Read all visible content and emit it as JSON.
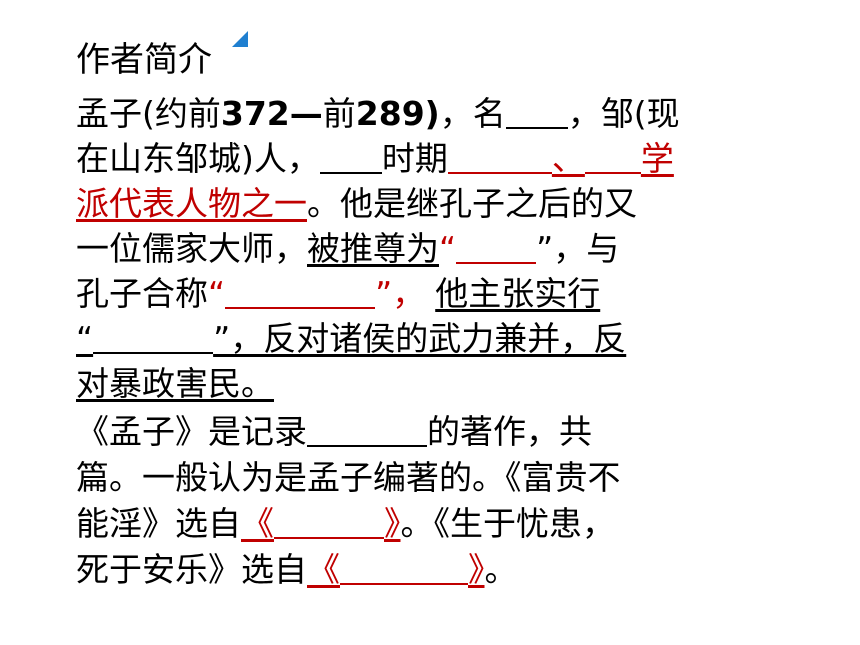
{
  "title": "作者简介",
  "lines": {
    "l1": {
      "a": "孟子(约前",
      "b": "372—",
      "c": "前",
      "d": "289)",
      "e": "，名",
      "f": "，邹(现"
    },
    "l2": {
      "a": "在山东邹城)人，",
      "b": "时期",
      "c": "、",
      "d": "学"
    },
    "l3": {
      "a": "派代表人物之一",
      "b": "。他是继孔子之后的又"
    },
    "l4": {
      "a": "一位儒家大师，",
      "b": "被推尊为",
      "c": "“",
      "d": "”，与"
    },
    "l5": {
      "a": "孔子合称",
      "b": "“",
      "c": "”，",
      "d": "他主张实行"
    },
    "l6": {
      "a": "“",
      "b": "”，反对诸侯的武力兼并，反"
    },
    "l7": {
      "a": "对暴政害民。"
    },
    "l8": {
      "a": "《孟子》是记录",
      "b": "的著作，共"
    },
    "l9": {
      "a": "篇。一般认为是孟子编著的。《富贵不"
    },
    "l10": {
      "a": "能淫》选自",
      "b": "《",
      "c": "》",
      "d": "。《生于忧患，"
    },
    "l11": {
      "a": "死于安乐》选自",
      "b": "《",
      "c": "》",
      "d": "。"
    }
  },
  "colors": {
    "answer_red": "#c00000",
    "corner_mark_blue": "#1f7fd0"
  }
}
